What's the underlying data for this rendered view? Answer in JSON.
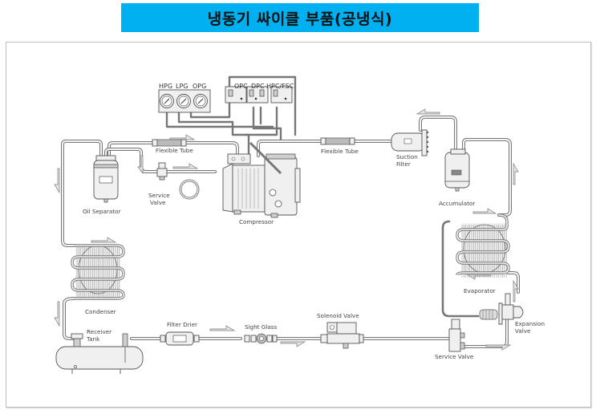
{
  "title": "냉동기 싸이클 부품(공냉식)",
  "colors": {
    "title_background": "#00b0f0",
    "title_text": "#111111",
    "frame_border": "#bdbdbd",
    "pipe": "#777777"
  },
  "gauges": [
    "HPG",
    "LPG",
    "OPG"
  ],
  "controls": [
    "OPC",
    "DPC",
    "HPC/FSC"
  ],
  "components": {
    "flexible_tube_discharge": "Flexible Tube",
    "flexible_tube_suction": "Flexible Tube",
    "oil_separator": "Oil Separator",
    "service_valve_top_line1": "Service",
    "service_valve_top_line2": "Valve",
    "compressor": "Compressor",
    "suction_filter_line1": "Suction",
    "suction_filter_line2": "Filter",
    "accumulator": "Accumulator",
    "condenser": "Condenser",
    "evaporator": "Evaporator",
    "receiver_tank_line1": "Receiver",
    "receiver_tank_line2": "Tank",
    "filter_drier": "Filter Drier",
    "sight_glass": "Sight Glass",
    "solenoid_valve": "Solenoid Valve",
    "service_valve_bottom": "Service Valve",
    "expansion_valve_line1": "Expansion",
    "expansion_valve_line2": "Valve"
  }
}
